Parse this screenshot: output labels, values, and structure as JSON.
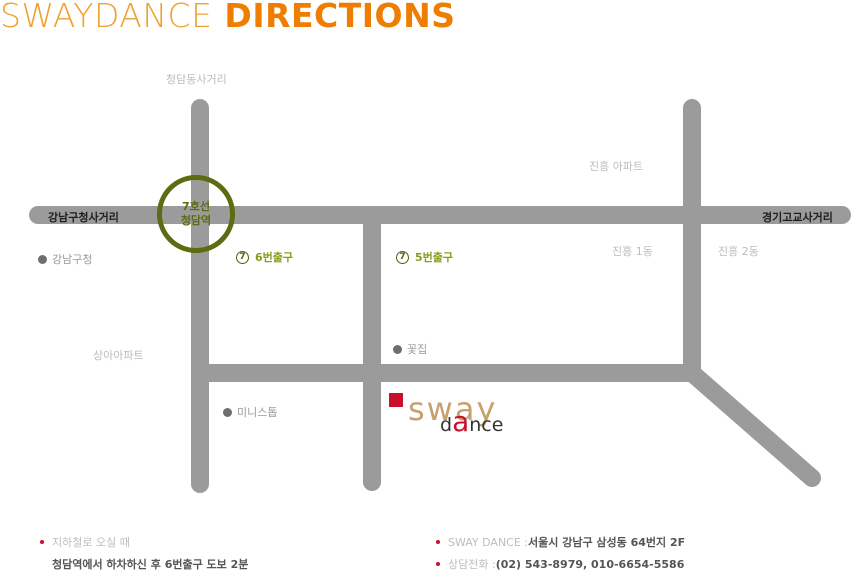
{
  "title": {
    "part1": "SWAYDANCE",
    "part2": " DIRECTIONS"
  },
  "map": {
    "streets": {
      "top": "청담동사거리",
      "left": "강남구청사거리",
      "right": "경기고교사거리"
    },
    "station": {
      "line": "7호선",
      "name": "청담역"
    },
    "exits": [
      {
        "num": "7",
        "label": "6번출구"
      },
      {
        "num": "7",
        "label": "5번출구"
      }
    ],
    "landmarks": {
      "jinheung_apt": "진흥 아파트",
      "jinheung_1": "진흥 1동",
      "jinheung_2": "진흥 2동",
      "sanga_apt": "상아아파트"
    },
    "pois": {
      "gangnam_office": "강남구청",
      "flower_shop": "꽃집",
      "ministop": "미니스톱"
    },
    "logo": {
      "sway": "sway",
      "dance_d": "d",
      "dance_a": "a",
      "dance_rest": "nce"
    },
    "colors": {
      "road": "#9b9b9b",
      "station": "#5f6a12",
      "accent": "#c8102e",
      "title": "#ee7d00"
    }
  },
  "footer": {
    "subway_label": "지하철로 오실 때",
    "subway_text": "청담역에서 하차하신 후 6번출구 도보 2분",
    "address_label": "SWAY DANCE : ",
    "address_value": "서울시 강남구 삼성동 64번지 2F",
    "phone_label": "상담전화 : ",
    "phone_value": "(02) 543-8979, 010-6654-5586"
  }
}
